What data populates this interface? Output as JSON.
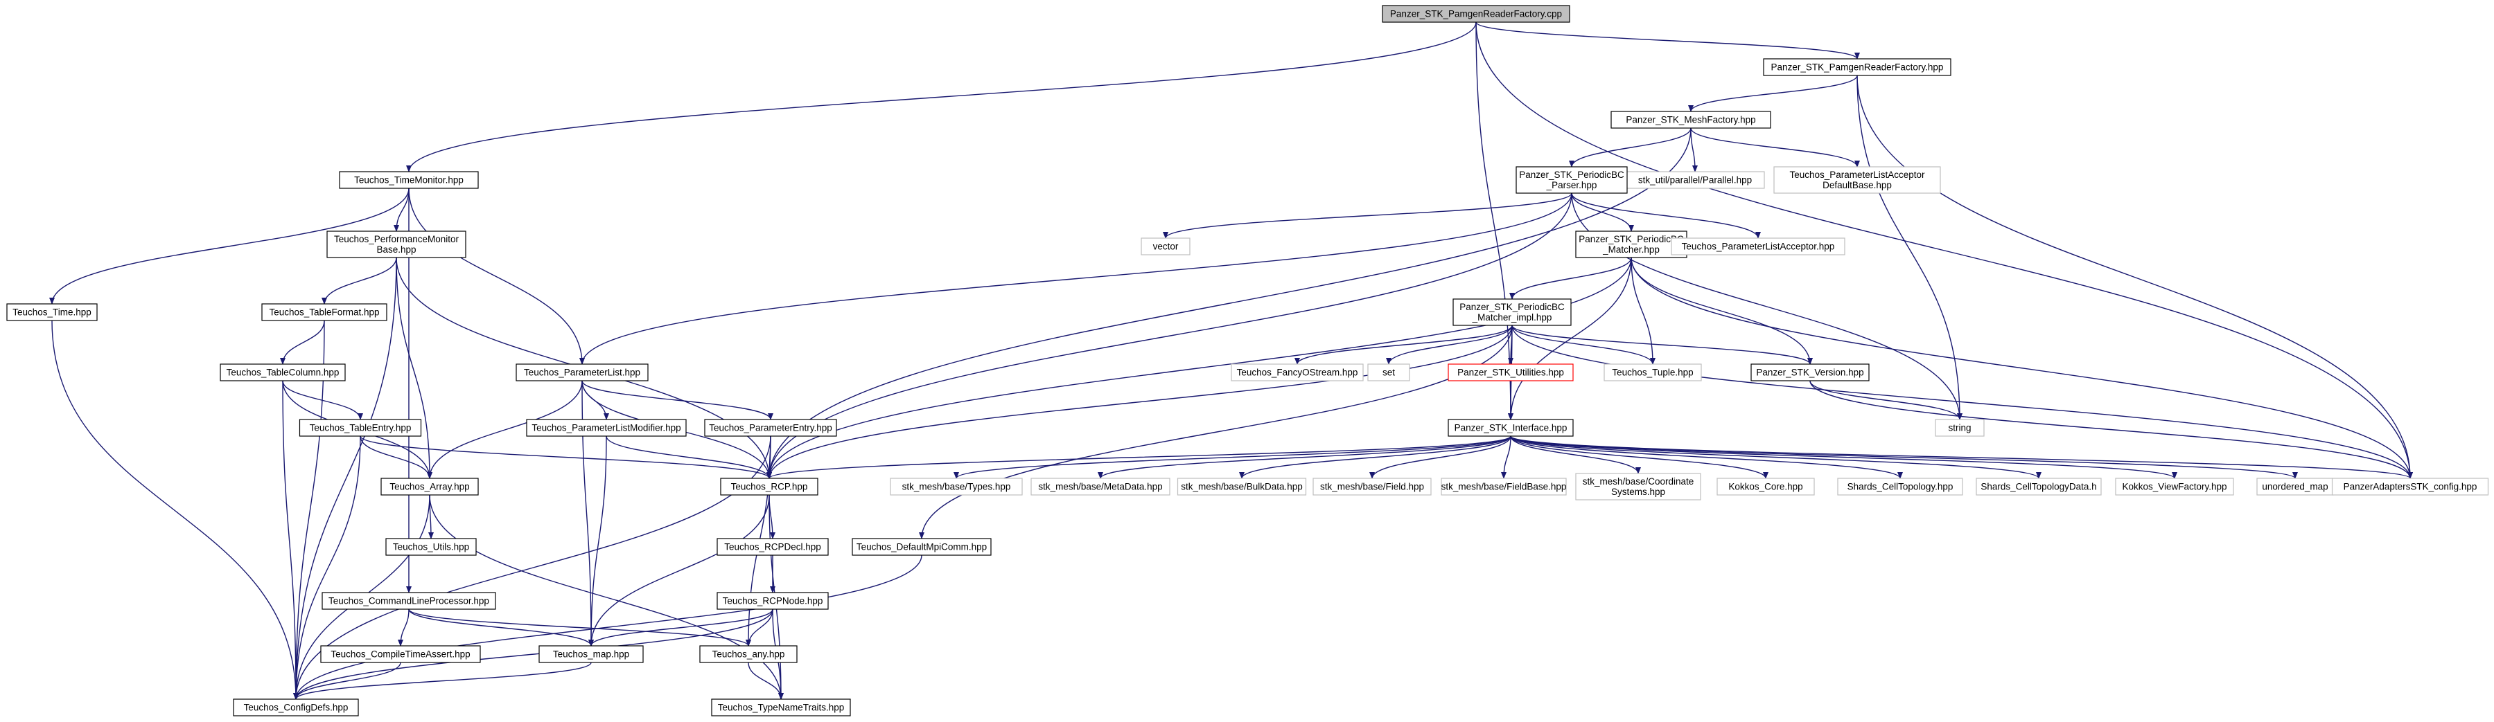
{
  "colors": {
    "edge": "#191970",
    "node_border": "#000000",
    "root_fill": "#bfbfbf",
    "external_border": "#bfbfbf",
    "missing_border": "#ff0000",
    "text": "#000000",
    "background": "#ffffff"
  },
  "nodes": [
    {
      "id": "root",
      "lines": [
        "Panzer_STK_PamgenReaderFactory.cpp"
      ],
      "kind": "root"
    },
    {
      "id": "pamgen_hpp",
      "lines": [
        "Panzer_STK_PamgenReaderFactory.hpp"
      ],
      "kind": "local"
    },
    {
      "id": "meshfactory",
      "lines": [
        "Panzer_STK_MeshFactory.hpp"
      ],
      "kind": "local"
    },
    {
      "id": "timemonitor",
      "lines": [
        "Teuchos_TimeMonitor.hpp"
      ],
      "kind": "local"
    },
    {
      "id": "parallel",
      "lines": [
        "stk_util/parallel/Parallel.hpp"
      ],
      "kind": "external"
    },
    {
      "id": "pla_default",
      "lines": [
        "Teuchos_ParameterListAcceptor",
        "DefaultBase.hpp"
      ],
      "kind": "external"
    },
    {
      "id": "periodic_parser",
      "lines": [
        "Panzer_STK_PeriodicBC",
        "_Parser.hpp"
      ],
      "kind": "local"
    },
    {
      "id": "perfmon",
      "lines": [
        "Teuchos_PerformanceMonitor",
        "Base.hpp"
      ],
      "kind": "local"
    },
    {
      "id": "vector",
      "lines": [
        "vector"
      ],
      "kind": "external"
    },
    {
      "id": "periodic_matcher",
      "lines": [
        "Panzer_STK_PeriodicBC",
        "_Matcher.hpp"
      ],
      "kind": "local"
    },
    {
      "id": "pla",
      "lines": [
        "Teuchos_ParameterListAcceptor.hpp"
      ],
      "kind": "external"
    },
    {
      "id": "time",
      "lines": [
        "Teuchos_Time.hpp"
      ],
      "kind": "local"
    },
    {
      "id": "tableformat",
      "lines": [
        "Teuchos_TableFormat.hpp"
      ],
      "kind": "local"
    },
    {
      "id": "matcher_impl",
      "lines": [
        "Panzer_STK_PeriodicBC",
        "_Matcher_impl.hpp"
      ],
      "kind": "local"
    },
    {
      "id": "tablecolumn",
      "lines": [
        "Teuchos_TableColumn.hpp"
      ],
      "kind": "local"
    },
    {
      "id": "paramlist",
      "lines": [
        "Teuchos_ParameterList.hpp"
      ],
      "kind": "local"
    },
    {
      "id": "fancyostream",
      "lines": [
        "Teuchos_FancyOStream.hpp"
      ],
      "kind": "external"
    },
    {
      "id": "set",
      "lines": [
        "set"
      ],
      "kind": "external"
    },
    {
      "id": "utilities",
      "lines": [
        "Panzer_STK_Utilities.hpp"
      ],
      "kind": "missing"
    },
    {
      "id": "tuple",
      "lines": [
        "Teuchos_Tuple.hpp"
      ],
      "kind": "external"
    },
    {
      "id": "version",
      "lines": [
        "Panzer_STK_Version.hpp"
      ],
      "kind": "local"
    },
    {
      "id": "tableentry",
      "lines": [
        "Teuchos_TableEntry.hpp"
      ],
      "kind": "local"
    },
    {
      "id": "plmodifier",
      "lines": [
        "Teuchos_ParameterListModifier.hpp"
      ],
      "kind": "local"
    },
    {
      "id": "paramentry",
      "lines": [
        "Teuchos_ParameterEntry.hpp"
      ],
      "kind": "local"
    },
    {
      "id": "interface",
      "lines": [
        "Panzer_STK_Interface.hpp"
      ],
      "kind": "local"
    },
    {
      "id": "string",
      "lines": [
        "string"
      ],
      "kind": "external"
    },
    {
      "id": "array",
      "lines": [
        "Teuchos_Array.hpp"
      ],
      "kind": "local"
    },
    {
      "id": "rcp",
      "lines": [
        "Teuchos_RCP.hpp"
      ],
      "kind": "local"
    },
    {
      "id": "types",
      "lines": [
        "stk_mesh/base/Types.hpp"
      ],
      "kind": "external"
    },
    {
      "id": "metadata",
      "lines": [
        "stk_mesh/base/MetaData.hpp"
      ],
      "kind": "external"
    },
    {
      "id": "bulkdata",
      "lines": [
        "stk_mesh/base/BulkData.hpp"
      ],
      "kind": "external"
    },
    {
      "id": "field",
      "lines": [
        "stk_mesh/base/Field.hpp"
      ],
      "kind": "external"
    },
    {
      "id": "fieldbase",
      "lines": [
        "stk_mesh/base/FieldBase.hpp"
      ],
      "kind": "external"
    },
    {
      "id": "coordsys",
      "lines": [
        "stk_mesh/base/Coordinate",
        "Systems.hpp"
      ],
      "kind": "external"
    },
    {
      "id": "kokkoscore",
      "lines": [
        "Kokkos_Core.hpp"
      ],
      "kind": "external"
    },
    {
      "id": "celltopology",
      "lines": [
        "Shards_CellTopology.hpp"
      ],
      "kind": "external"
    },
    {
      "id": "celltopodata",
      "lines": [
        "Shards_CellTopologyData.h"
      ],
      "kind": "external"
    },
    {
      "id": "viewfactory",
      "lines": [
        "Kokkos_ViewFactory.hpp"
      ],
      "kind": "external"
    },
    {
      "id": "unordered_map",
      "lines": [
        "unordered_map"
      ],
      "kind": "external"
    },
    {
      "id": "config",
      "lines": [
        "PanzerAdaptersSTK_config.hpp"
      ],
      "kind": "external"
    },
    {
      "id": "utils",
      "lines": [
        "Teuchos_Utils.hpp"
      ],
      "kind": "local"
    },
    {
      "id": "rcpdecl",
      "lines": [
        "Teuchos_RCPDecl.hpp"
      ],
      "kind": "local"
    },
    {
      "id": "mpicomm",
      "lines": [
        "Teuchos_DefaultMpiComm.hpp"
      ],
      "kind": "local"
    },
    {
      "id": "cmdline",
      "lines": [
        "Teuchos_CommandLineProcessor.hpp"
      ],
      "kind": "local"
    },
    {
      "id": "rcpnode",
      "lines": [
        "Teuchos_RCPNode.hpp"
      ],
      "kind": "local"
    },
    {
      "id": "compiletime",
      "lines": [
        "Teuchos_CompileTimeAssert.hpp"
      ],
      "kind": "local"
    },
    {
      "id": "map",
      "lines": [
        "Teuchos_map.hpp"
      ],
      "kind": "local"
    },
    {
      "id": "any",
      "lines": [
        "Teuchos_any.hpp"
      ],
      "kind": "local"
    },
    {
      "id": "configdefs",
      "lines": [
        "Teuchos_ConfigDefs.hpp"
      ],
      "kind": "local"
    },
    {
      "id": "typename",
      "lines": [
        "Teuchos_TypeNameTraits.hpp"
      ],
      "kind": "local"
    }
  ],
  "edges": [
    [
      "root",
      "pamgen_hpp"
    ],
    [
      "root",
      "timemonitor"
    ],
    [
      "root",
      "interface"
    ],
    [
      "root",
      "config"
    ],
    [
      "pamgen_hpp",
      "meshfactory"
    ],
    [
      "pamgen_hpp",
      "string"
    ],
    [
      "pamgen_hpp",
      "config"
    ],
    [
      "meshfactory",
      "parallel"
    ],
    [
      "meshfactory",
      "pla_default"
    ],
    [
      "meshfactory",
      "periodic_parser"
    ],
    [
      "meshfactory",
      "rcp"
    ],
    [
      "periodic_parser",
      "periodic_matcher"
    ],
    [
      "periodic_parser",
      "pla"
    ],
    [
      "periodic_parser",
      "vector"
    ],
    [
      "periodic_parser",
      "paramlist"
    ],
    [
      "periodic_parser",
      "rcp"
    ],
    [
      "periodic_parser",
      "string"
    ],
    [
      "periodic_matcher",
      "matcher_impl"
    ],
    [
      "periodic_matcher",
      "interface"
    ],
    [
      "periodic_matcher",
      "tuple"
    ],
    [
      "periodic_matcher",
      "version"
    ],
    [
      "periodic_matcher",
      "config"
    ],
    [
      "periodic_matcher",
      "rcp"
    ],
    [
      "matcher_impl",
      "fancyostream"
    ],
    [
      "matcher_impl",
      "set"
    ],
    [
      "matcher_impl",
      "utilities"
    ],
    [
      "matcher_impl",
      "tuple"
    ],
    [
      "matcher_impl",
      "version"
    ],
    [
      "matcher_impl",
      "interface"
    ],
    [
      "matcher_impl",
      "rcp"
    ],
    [
      "matcher_impl",
      "mpicomm"
    ],
    [
      "matcher_impl",
      "config"
    ],
    [
      "utilities",
      "interface"
    ],
    [
      "version",
      "string"
    ],
    [
      "version",
      "config"
    ],
    [
      "interface",
      "rcp"
    ],
    [
      "interface",
      "types"
    ],
    [
      "interface",
      "metadata"
    ],
    [
      "interface",
      "bulkdata"
    ],
    [
      "interface",
      "field"
    ],
    [
      "interface",
      "fieldbase"
    ],
    [
      "interface",
      "coordsys"
    ],
    [
      "interface",
      "kokkoscore"
    ],
    [
      "interface",
      "celltopology"
    ],
    [
      "interface",
      "celltopodata"
    ],
    [
      "interface",
      "viewfactory"
    ],
    [
      "interface",
      "unordered_map"
    ],
    [
      "interface",
      "config"
    ],
    [
      "timemonitor",
      "time"
    ],
    [
      "timemonitor",
      "perfmon"
    ],
    [
      "timemonitor",
      "paramlist"
    ],
    [
      "timemonitor",
      "cmdline"
    ],
    [
      "perfmon",
      "tableformat"
    ],
    [
      "perfmon",
      "array"
    ],
    [
      "perfmon",
      "rcp"
    ],
    [
      "perfmon",
      "configdefs"
    ],
    [
      "tableformat",
      "tablecolumn"
    ],
    [
      "tableformat",
      "configdefs"
    ],
    [
      "tablecolumn",
      "tableentry"
    ],
    [
      "tablecolumn",
      "array"
    ],
    [
      "tablecolumn",
      "configdefs"
    ],
    [
      "tableentry",
      "array"
    ],
    [
      "tableentry",
      "rcp"
    ],
    [
      "tableentry",
      "configdefs"
    ],
    [
      "time",
      "configdefs"
    ],
    [
      "paramlist",
      "plmodifier"
    ],
    [
      "paramlist",
      "paramentry"
    ],
    [
      "paramlist",
      "array"
    ],
    [
      "paramlist",
      "rcp"
    ],
    [
      "paramlist",
      "map"
    ],
    [
      "plmodifier",
      "rcp"
    ],
    [
      "plmodifier",
      "map"
    ],
    [
      "paramentry",
      "rcp"
    ],
    [
      "paramentry",
      "any"
    ],
    [
      "paramentry",
      "configdefs"
    ],
    [
      "array",
      "utils"
    ],
    [
      "array",
      "configdefs"
    ],
    [
      "array",
      "typename"
    ],
    [
      "rcp",
      "rcpdecl"
    ],
    [
      "rcp",
      "map"
    ],
    [
      "rcp",
      "typename"
    ],
    [
      "rcpdecl",
      "rcpnode"
    ],
    [
      "rcpnode",
      "map"
    ],
    [
      "rcpnode",
      "any"
    ],
    [
      "rcpnode",
      "configdefs"
    ],
    [
      "rcpnode",
      "typename"
    ],
    [
      "mpicomm",
      "configdefs"
    ],
    [
      "cmdline",
      "compiletime"
    ],
    [
      "cmdline",
      "map"
    ],
    [
      "cmdline",
      "any"
    ],
    [
      "compiletime",
      "configdefs"
    ],
    [
      "map",
      "configdefs"
    ],
    [
      "any",
      "typename"
    ]
  ]
}
